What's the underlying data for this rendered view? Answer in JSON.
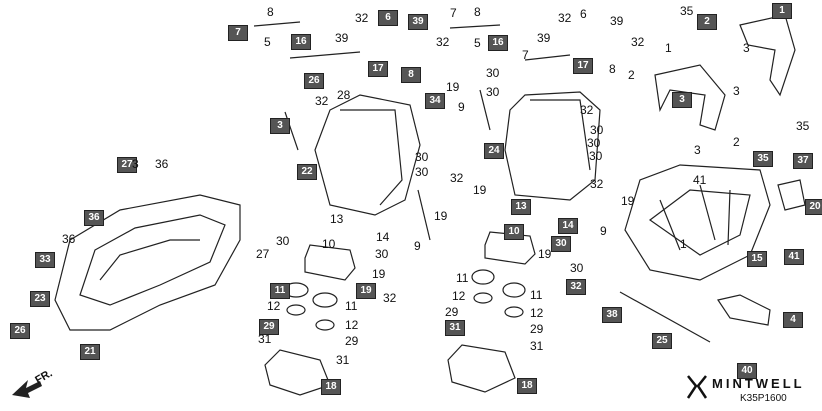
{
  "diagram": {
    "front_label": "FR.",
    "logo": "MINTWELL",
    "part_code": "K35P1600",
    "tags": {
      "t1": "1",
      "t2": "2",
      "t3": "3",
      "t4": "4",
      "t5": "5",
      "t6": "6",
      "t7": "7",
      "t8": "8",
      "t9": "9",
      "t10": "10",
      "t11": "11",
      "t12": "12",
      "t13": "13",
      "t14": "14",
      "t15": "15",
      "t16": "16",
      "t17": "17",
      "t18": "18",
      "t19": "19",
      "t20": "20",
      "t21": "21",
      "t22": "22",
      "t23": "23",
      "t24": "24",
      "t25": "25",
      "t26": "26",
      "t27": "27",
      "t28": "28",
      "t29": "29",
      "t30": "30",
      "t31": "31",
      "t32": "32",
      "t33": "33",
      "t34": "34",
      "t35": "35",
      "t36": "36",
      "t37": "37",
      "t38": "38",
      "t39": "39",
      "t40": "40",
      "t41": "41"
    }
  }
}
